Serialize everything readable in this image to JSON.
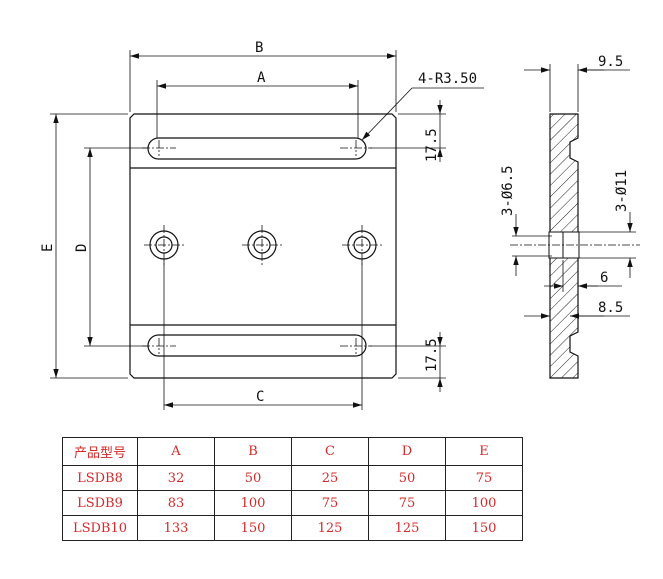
{
  "drawing": {
    "front_labels": {
      "b": "B",
      "a": "A",
      "c": "C",
      "d": "D",
      "e": "E",
      "slot_radius": "4-R3.50",
      "top_offset": "17.5",
      "bottom_offset": "17.5"
    },
    "side_labels": {
      "thickness": "9.5",
      "small_hole": "3-Ø6.5",
      "large_hole": "3-Ø11",
      "counterbore_depth": "6",
      "slot_depth": "8.5"
    }
  },
  "table": {
    "headers": [
      "产品型号",
      "A",
      "B",
      "C",
      "D",
      "E"
    ],
    "rows": [
      [
        "LSDB8",
        "32",
        "50",
        "25",
        "50",
        "75"
      ],
      [
        "LSDB9",
        "83",
        "100",
        "75",
        "75",
        "100"
      ],
      [
        "LSDB10",
        "133",
        "150",
        "125",
        "125",
        "150"
      ]
    ]
  },
  "colors": {
    "line": "#111111",
    "table_text": "#d42a2a"
  }
}
